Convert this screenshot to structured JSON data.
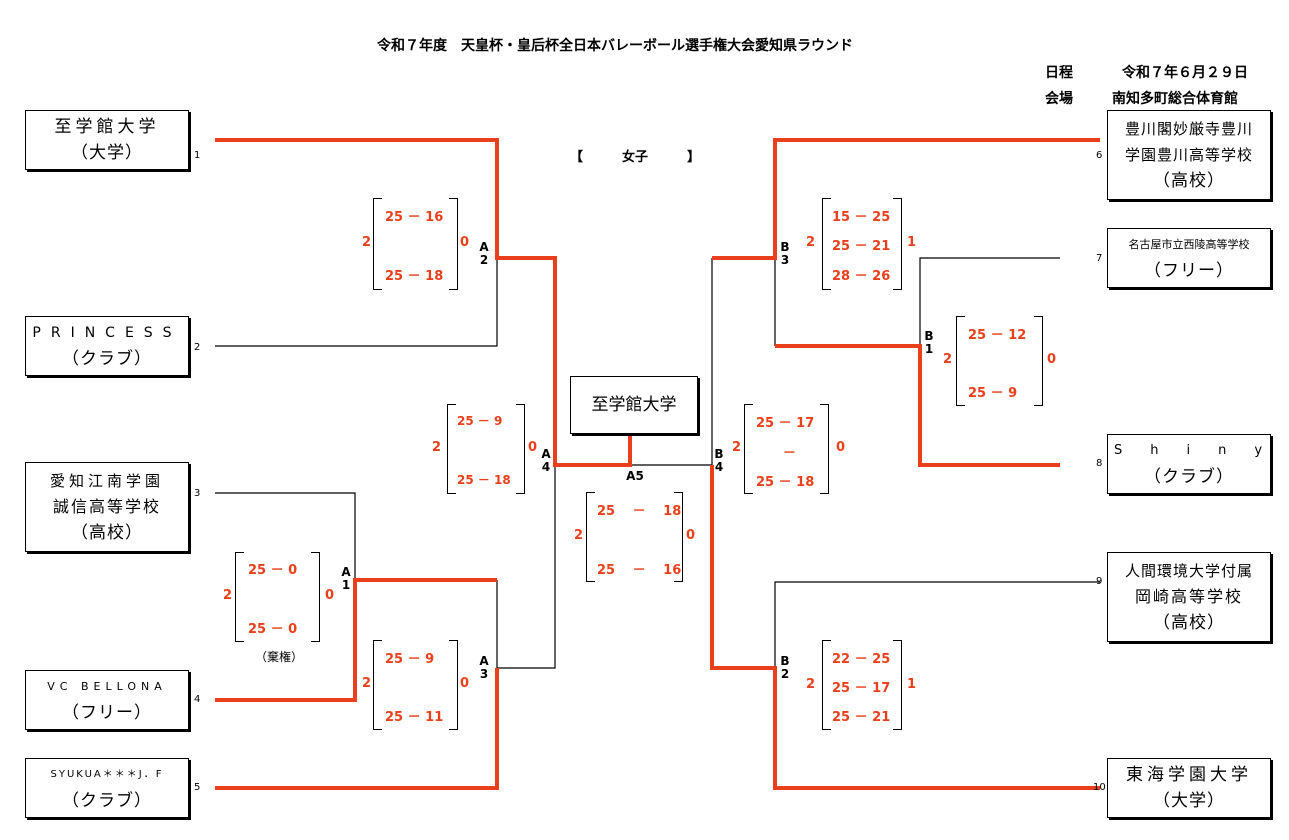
{
  "title": "令和７年度　天皇杯・皇后杯全日本バレーボール選手権大会愛知県ラウンド",
  "schedule": {
    "date_label": "日程",
    "date_value": "令和７年６月２９日",
    "venue_label": "会場",
    "venue_value": "南知多町総合体育館"
  },
  "category": "【　　　女子　　　】",
  "champion": "至学館大学",
  "teams": [
    {
      "seed": "1",
      "lines": [
        "至学館大学",
        "（大学）"
      ]
    },
    {
      "seed": "2",
      "lines": [
        "PRINCESS",
        "（クラブ）"
      ]
    },
    {
      "seed": "3",
      "lines": [
        "愛知江南学園",
        "誠信高等学校",
        "（高校）"
      ]
    },
    {
      "seed": "4",
      "lines": [
        "VC BELLONA",
        "（フリー）"
      ]
    },
    {
      "seed": "5",
      "lines": [
        "SYUKUA＊＊＊J．F",
        "（クラブ）"
      ]
    },
    {
      "seed": "6",
      "lines": [
        "豊川閣妙厳寺豊川",
        "学園豊川高等学校",
        "（高校）"
      ]
    },
    {
      "seed": "7",
      "lines": [
        "名古屋市立西陵高等学校",
        "（フリー）"
      ]
    },
    {
      "seed": "8",
      "lines": [
        "Shiny",
        "（クラブ）"
      ]
    },
    {
      "seed": "9",
      "lines": [
        "人間環境大学付属",
        "岡崎高等学校",
        "（高校）"
      ]
    },
    {
      "seed": "10",
      "lines": [
        "東海学園大学",
        "（大学）"
      ]
    }
  ],
  "matches": {
    "A1": {
      "label": [
        "A",
        "1"
      ],
      "left": "2",
      "right": "0",
      "sets": [
        "25 － 0",
        "25 － 0"
      ],
      "note": "（棄権）"
    },
    "A2": {
      "label": [
        "A",
        "2"
      ],
      "left": "2",
      "right": "0",
      "sets": [
        "25 － 16",
        "25 － 18"
      ]
    },
    "A3": {
      "label": [
        "A",
        "3"
      ],
      "left": "2",
      "right": "0",
      "sets": [
        "25 － 9",
        "25 － 11"
      ]
    },
    "A4": {
      "label": [
        "A",
        "4"
      ],
      "left": "2",
      "right": "0",
      "sets": [
        "25 － 9",
        "25 － 18"
      ]
    },
    "A5": {
      "label": "A5",
      "left": "2",
      "right": "0",
      "sets": [
        "25 　－　 18",
        "25 　－　 16"
      ]
    },
    "B1": {
      "label": [
        "B",
        "1"
      ],
      "left": "2",
      "right": "0",
      "sets": [
        "25 － 12",
        "25 － 9"
      ]
    },
    "B2": {
      "label": [
        "B",
        "2"
      ],
      "left": "2",
      "right": "1",
      "sets": [
        "22 － 25",
        "25 － 17",
        "25 － 21"
      ]
    },
    "B3": {
      "label": [
        "B",
        "3"
      ],
      "left": "2",
      "right": "1",
      "sets": [
        "15 － 25",
        "25 － 21",
        "28 － 26"
      ]
    },
    "B4": {
      "label": [
        "B",
        "4"
      ],
      "left": "2",
      "right": "0",
      "sets": [
        "25 － 17",
        "－",
        "25 － 18"
      ]
    }
  },
  "colors": {
    "winner_line": "#e8401c",
    "line": "#000000",
    "score": "#e8401c"
  }
}
